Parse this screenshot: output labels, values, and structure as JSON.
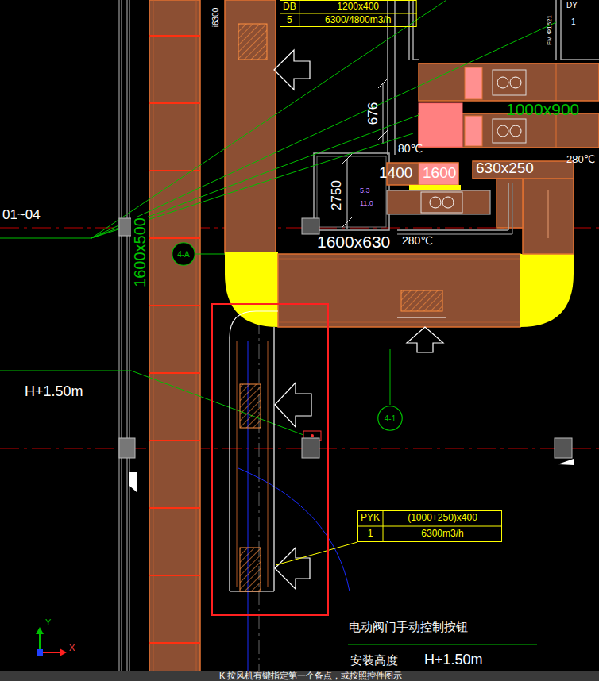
{
  "diagram": {
    "nodes": [
      {
        "text": [
          "DB",
          "1200x400",
          "5",
          "6300/4800m3/h"
        ]
      },
      {
        "text": [
          "4-A"
        ]
      },
      {
        "text": [
          "4-1"
        ]
      },
      {
        "text": [
          "PYK",
          "(1000+250)x400",
          "1",
          "6300m3/h"
        ]
      }
    ],
    "labels": [
      "i6300",
      "01~04",
      "1600x500",
      "676",
      "1000x900",
      "80℃",
      "1400",
      "1600",
      "630x250",
      "280℃",
      "2750",
      "5.3",
      "11.0",
      "1600x630",
      "280℃",
      "H+1.50m",
      "电动阀门手动控制按钮",
      "安装高度",
      "H+1.50m",
      "FM Φ1521",
      "DY",
      "1",
      "Y",
      "X",
      "K 按风机有键指定第一个备点，或按照控件图示"
    ]
  }
}
